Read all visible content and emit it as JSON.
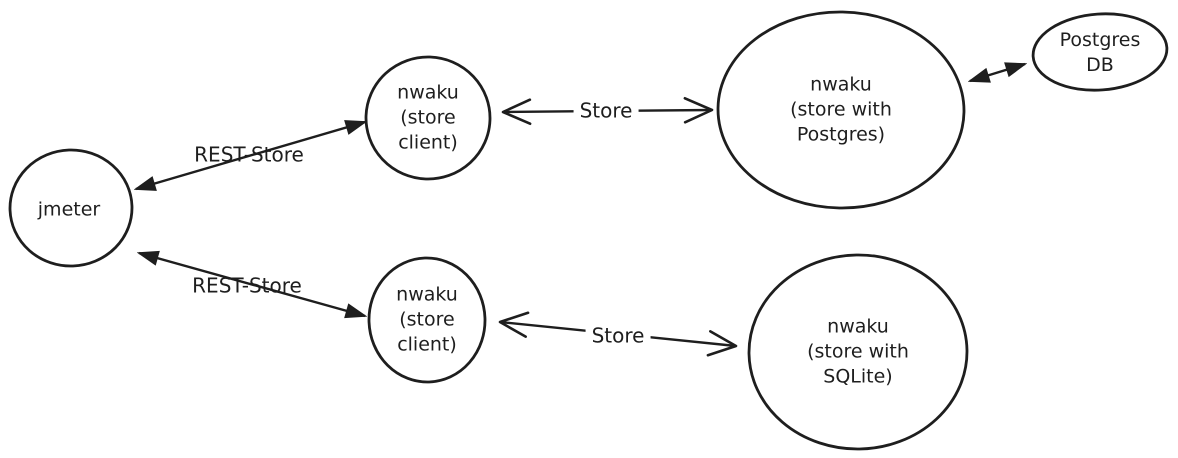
{
  "diagram": {
    "background_color": "#ffffff",
    "stroke_color": "#1e1e1e",
    "style": "hand-drawn",
    "nodes": [
      {
        "id": "jmeter",
        "shape": "ellipse",
        "label": "jmeter"
      },
      {
        "id": "store-client-top",
        "shape": "ellipse",
        "label": "nwaku\n(store\nclient)"
      },
      {
        "id": "store-client-bottom",
        "shape": "ellipse",
        "label": "nwaku\n(store\nclient)"
      },
      {
        "id": "store-postgres",
        "shape": "ellipse",
        "label": "nwaku\n(store with\nPostgres)"
      },
      {
        "id": "store-sqlite",
        "shape": "ellipse",
        "label": "nwaku\n(store with\nSQLite)"
      },
      {
        "id": "postgres-db",
        "shape": "ellipse",
        "label": "Postgres\nDB"
      }
    ],
    "edges": [
      {
        "id": "rest-store-top",
        "from": "jmeter",
        "to": "store-client-top",
        "label": "REST-Store",
        "arrowheads": "solid-both"
      },
      {
        "id": "rest-store-bottom",
        "from": "jmeter",
        "to": "store-client-bottom",
        "label": "REST-Store",
        "arrowheads": "solid-both"
      },
      {
        "id": "store-top",
        "from": "store-client-top",
        "to": "store-postgres",
        "label": "Store",
        "arrowheads": "open-both"
      },
      {
        "id": "store-bottom",
        "from": "store-client-bottom",
        "to": "store-sqlite",
        "label": "Store",
        "arrowheads": "open-both"
      },
      {
        "id": "postgres-db-link",
        "from": "store-postgres",
        "to": "postgres-db",
        "label": "",
        "arrowheads": "solid-both"
      }
    ]
  }
}
